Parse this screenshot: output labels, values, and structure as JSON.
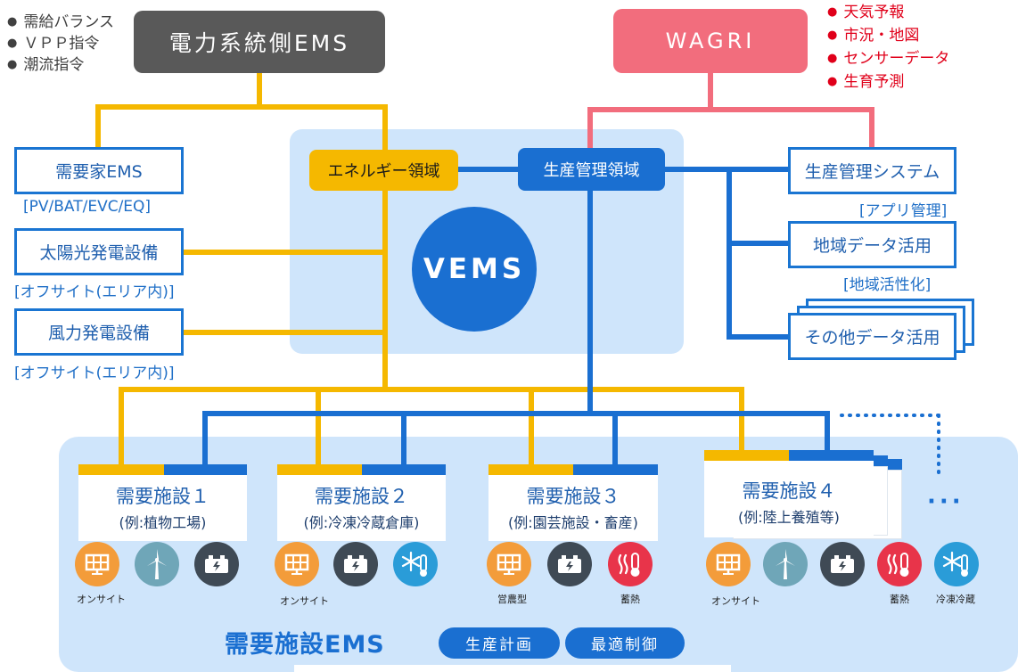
{
  "grid_ems": {
    "title": "電力系統側EMS",
    "bullets": [
      "需給バランス",
      "ＶＰＰ指令",
      "潮流指令"
    ]
  },
  "wagri": {
    "title": "WAGRI",
    "bullets": [
      "天気予報",
      "市況・地図",
      "センサーデータ",
      "生育予測"
    ]
  },
  "vems": {
    "title": "VEMS",
    "energy_label": "エネルギー領域",
    "production_label": "生産管理領域"
  },
  "left_boxes": [
    {
      "label": "需要家EMS",
      "sub": "[PV/BAT/EVC/EQ]"
    },
    {
      "label": "太陽光発電設備",
      "sub": "[オフサイト(エリア内)]"
    },
    {
      "label": "風力発電設備",
      "sub": "[オフサイト(エリア内)]"
    }
  ],
  "right_boxes": [
    {
      "label": "生産管理システム",
      "sub": "[アプリ管理]"
    },
    {
      "label": "地域データ活用",
      "sub": "[地域活性化]"
    },
    {
      "label": "その他データ活用",
      "sub": ""
    }
  ],
  "facilities": [
    {
      "title": "需要施設１",
      "example": "(例:植物工場)",
      "icons": [
        "solar-icon",
        "wind-turbine-icon",
        "battery-icon"
      ],
      "labels": [
        "オンサイト",
        "",
        ""
      ]
    },
    {
      "title": "需要施設２",
      "example": "(例:冷凍冷蔵倉庫)",
      "icons": [
        "solar-icon",
        "battery-icon",
        "refrigeration-icon"
      ],
      "labels": [
        "オンサイト",
        "",
        ""
      ]
    },
    {
      "title": "需要施設３",
      "example": "(例:園芸施設・畜産)",
      "icons": [
        "solar-icon",
        "battery-icon",
        "heat-storage-icon"
      ],
      "labels": [
        "営農型",
        "",
        "蓄熱"
      ]
    },
    {
      "title": "需要施設４",
      "example": "(例:陸上養殖等)",
      "icons": [
        "solar-icon",
        "wind-turbine-icon",
        "battery-icon",
        "heat-storage-icon",
        "refrigeration-icon"
      ],
      "labels": [
        "オンサイト",
        "",
        "",
        "蓄熱",
        "冷凍冷蔵"
      ]
    }
  ],
  "demand_ems": {
    "title": "需要施設EMS",
    "buttons": [
      "生産計画",
      "最適制御"
    ]
  },
  "colors": {
    "energy": "#f5b800",
    "data": "#1a6fd1",
    "wagri": "#f26d7d",
    "grid": "#595959",
    "region": "#cfe5fb"
  }
}
